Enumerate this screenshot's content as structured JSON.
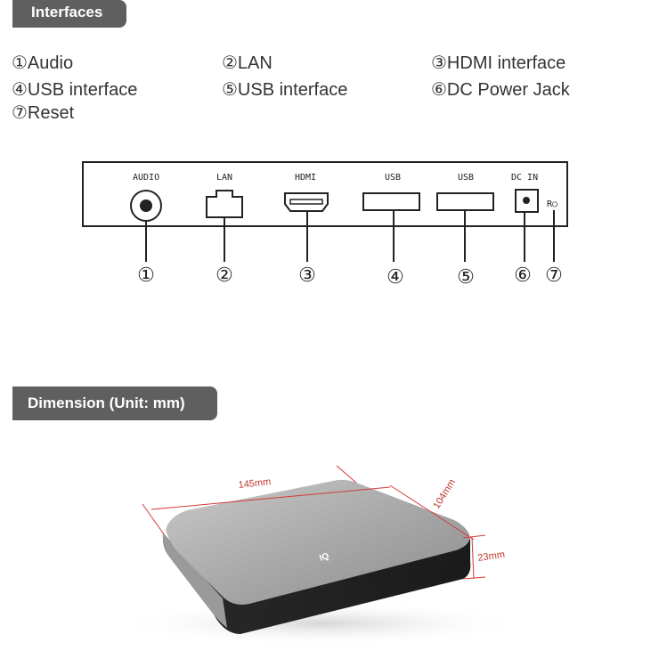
{
  "sections": {
    "interfaces": "Interfaces",
    "dimension": "Dimension (Unit: mm)"
  },
  "legend": [
    "①Audio",
    "②LAN",
    "③HDMI interface",
    "④USB interface",
    "⑤USB interface",
    "⑥DC Power Jack",
    "⑦Reset"
  ],
  "panel_labels": {
    "audio": "AUDIO",
    "lan": "LAN",
    "hdmi": "HDMI",
    "usb1": "USB",
    "usb2": "USB",
    "dc": "DC IN",
    "reset": "R○"
  },
  "callouts": [
    "①",
    "②",
    "③",
    "④",
    "⑤",
    "⑥",
    "⑦"
  ],
  "dimensions": {
    "length": "145mm",
    "width": "104mm",
    "height": "23mm"
  },
  "device_logo": "IQ"
}
